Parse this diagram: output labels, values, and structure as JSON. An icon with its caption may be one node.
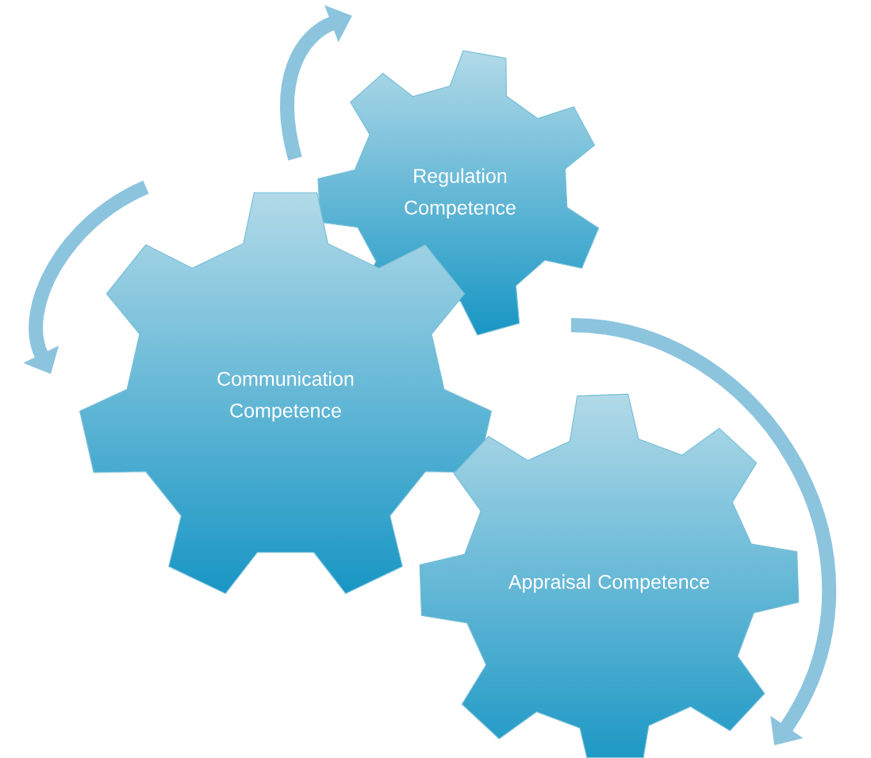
{
  "diagram": {
    "nodes": [
      {
        "text": [
          "Regulation Competence"
        ]
      },
      {
        "text": [
          "Communication Competence"
        ]
      },
      {
        "text": [
          "Appraisal Competence"
        ]
      }
    ]
  }
}
